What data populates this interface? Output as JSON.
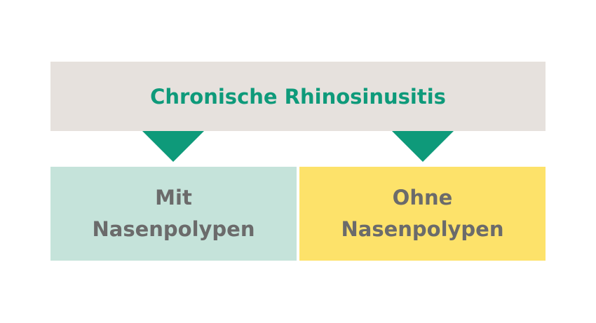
{
  "title": "Chronische Rhinosinusitis",
  "left": {
    "line1": "Mit",
    "line2": "Nasenpolypen"
  },
  "right": {
    "line1": "Ohne",
    "line2": "Nasenpolypen"
  },
  "colors": {
    "accent": "#0e9a7a",
    "left_bg": "#c5e3da",
    "right_bg": "#fde26a",
    "top_bg": "#e6e1dd"
  }
}
